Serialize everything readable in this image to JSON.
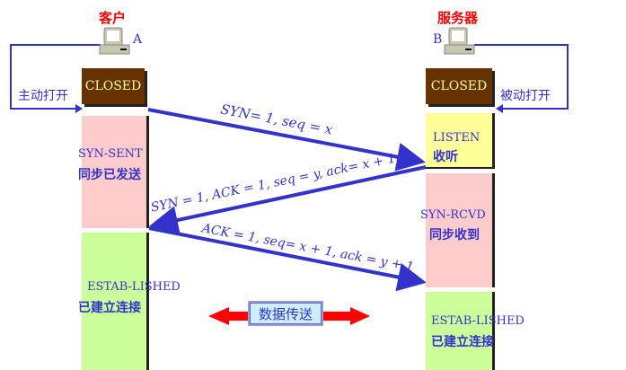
{
  "client": {
    "title": "客户",
    "host": "A",
    "open_label": "主动打开",
    "closed": "CLOSED",
    "syn_sent": "SYN-SENT",
    "syn_sent_cn": "同步已发送",
    "established": "ESTAB-LISHED",
    "established_cn": "已建立连接"
  },
  "server": {
    "title": "服务器",
    "host": "B",
    "open_label": "被动打开",
    "closed": "CLOSED",
    "listen": "LISTEN",
    "listen_cn": "收听",
    "syn_rcvd": "SYN-RCVD",
    "syn_rcvd_cn": "同步收到",
    "established": "ESTAB-LISHED",
    "established_cn": "已建立连接"
  },
  "messages": [
    "SYN= 1, seq = x",
    "SYN = 1, ACK = 1, seq = y, ack= x + 1",
    "ACK = 1, seq= x + 1, ack = y + 1"
  ],
  "data_transfer": "数据传送",
  "colors": {
    "arrow": "#3333cc",
    "closed": "#663300",
    "pink": "#ffcccc",
    "yellow": "#ffff99",
    "green": "#ccff99",
    "red": "#ff0000"
  }
}
